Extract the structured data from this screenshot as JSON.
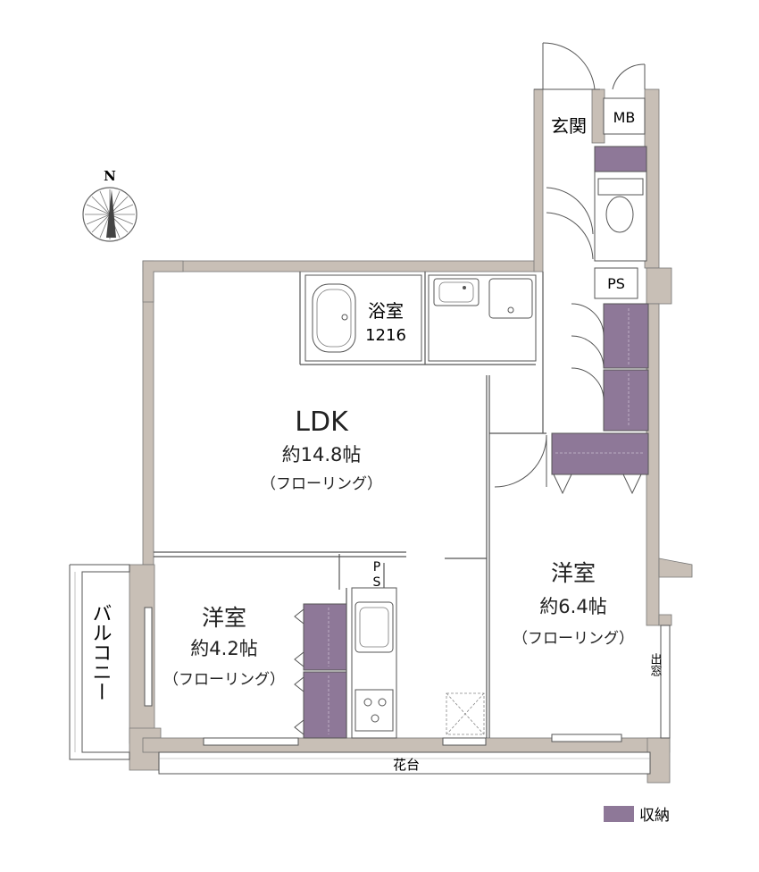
{
  "compass": {
    "north_label": "N"
  },
  "rooms": {
    "entrance": "玄関",
    "meter_box": "MB",
    "pipe_space_1": "PS",
    "pipe_space_2_top": "P",
    "pipe_space_2_bottom": "S",
    "bathroom": {
      "name": "浴室",
      "size": "1216"
    },
    "ldk": {
      "name": "LDK",
      "area": "約14.8帖",
      "floor": "（フローリング）"
    },
    "western_room_left": {
      "name": "洋室",
      "area": "約4.2帖",
      "floor": "（フローリング）"
    },
    "western_room_right": {
      "name": "洋室",
      "area": "約6.4帖",
      "floor": "（フローリング）"
    },
    "balcony": "バルコニー",
    "window_label": "出窓",
    "flower_bed": "花台"
  },
  "legend": {
    "storage_label": "収納",
    "storage_color": "#8e7898"
  },
  "colors": {
    "wall": "#c8bfb6",
    "storage": "#8e7898",
    "line": "#555555"
  }
}
